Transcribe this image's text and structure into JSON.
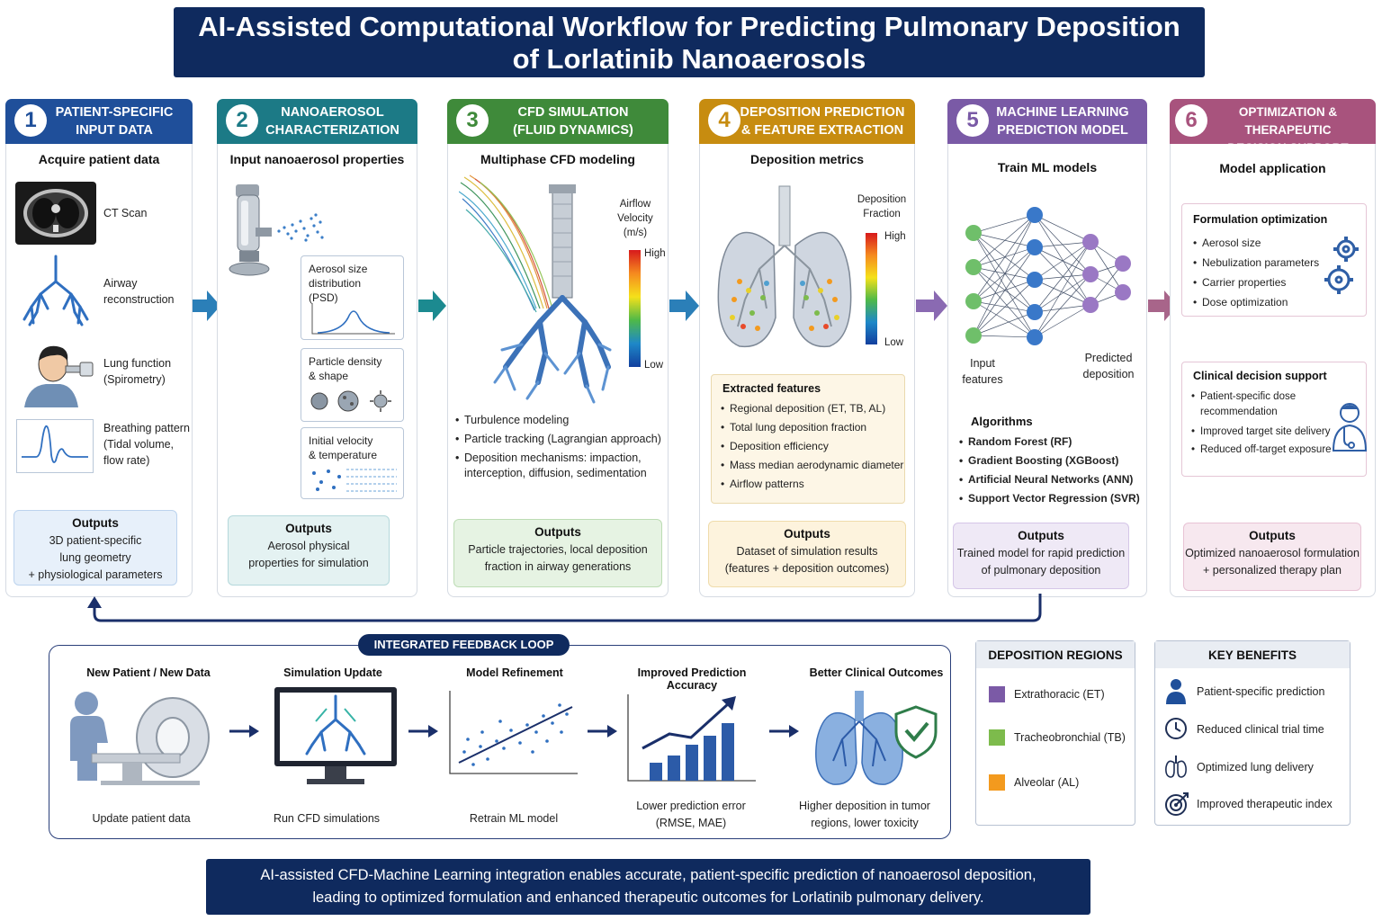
{
  "title": {
    "line1": "AI-Assisted Computational Workflow for Predicting Pulmonary Deposition",
    "line2": "of Lorlatinib Nanoaerosols"
  },
  "stages": [
    {
      "num": "1",
      "title1": "PATIENT-SPECIFIC",
      "title2": "INPUT DATA",
      "color": "#1f4f9a",
      "subtitle": "Acquire patient data",
      "items": [
        "CT Scan",
        "Airway",
        "reconstruction",
        "Lung function",
        "(Spirometry)",
        "Breathing pattern",
        "(Tidal volume,",
        "flow rate)"
      ],
      "outputs_title": "Outputs",
      "outputs_body": [
        "3D patient-specific",
        "lung geometry",
        "+ physiological parameters"
      ]
    },
    {
      "num": "2",
      "title1": "NANOAEROSOL",
      "title2": "CHARACTERIZATION",
      "color": "#1c7a86",
      "subtitle": "Input nanoaerosol properties",
      "boxes": [
        [
          "Aerosol size",
          "distribution",
          "(PSD)"
        ],
        [
          "Particle density",
          "& shape"
        ],
        [
          "Initial velocity",
          "& temperature"
        ]
      ],
      "outputs_title": "Outputs",
      "outputs_body": [
        "Aerosol physical",
        "properties for simulation"
      ]
    },
    {
      "num": "3",
      "title1": "CFD SIMULATION",
      "title2": "(FLUID DYNAMICS)",
      "color": "#3f8a3a",
      "subtitle": "Multiphase CFD modeling",
      "scale_title": [
        "Airflow",
        "Velocity",
        "(m/s)"
      ],
      "scale_high": "High",
      "scale_low": "Low",
      "bullets": [
        "Turbulence modeling",
        "Particle tracking (Lagrangian approach)",
        "Deposition mechanisms: impaction,",
        "interception, diffusion, sedimentation"
      ],
      "outputs_title": "Outputs",
      "outputs_body": [
        "Particle trajectories, local deposition",
        "fraction in airway generations"
      ]
    },
    {
      "num": "4",
      "title1": "DEPOSITION PREDICTION",
      "title2": "& FEATURE EXTRACTION",
      "color": "#c78c10",
      "subtitle": "Deposition metrics",
      "scale_title": [
        "Deposition",
        "Fraction"
      ],
      "scale_high": "High",
      "scale_low": "Low",
      "features_title": "Extracted features",
      "bullets": [
        "Regional deposition (ET, TB, AL)",
        "Total lung deposition fraction",
        "Deposition efficiency",
        "Mass median aerodynamic diameter",
        "Airflow patterns"
      ],
      "outputs_title": "Outputs",
      "outputs_body": [
        "Dataset of simulation results",
        "(features + deposition outcomes)"
      ]
    },
    {
      "num": "5",
      "title1": "MACHINE LEARNING",
      "title2": "PREDICTION MODEL",
      "color": "#7a5aa6",
      "subtitle": "Train ML models",
      "input_label": [
        "Input",
        "features"
      ],
      "pred_label": [
        "Predicted",
        "deposition"
      ],
      "alg_title": "Algorithms",
      "bullets": [
        "Random Forest (RF)",
        "Gradient Boosting (XGBoost)",
        "Artificial Neural Networks (ANN)",
        "Support Vector Regression (SVR)"
      ],
      "outputs_title": "Outputs",
      "outputs_body": [
        "Trained model for rapid prediction",
        "of pulmonary deposition"
      ]
    },
    {
      "num": "6",
      "title1": "OPTIMIZATION & THERAPEUTIC",
      "title2": "DECISION SUPPORT",
      "color": "#a8537d",
      "subtitle": "Model application",
      "form_title": "Formulation optimization",
      "form_bullets": [
        "Aerosol size",
        "Nebulization parameters",
        "Carrier properties",
        "Dose optimization"
      ],
      "clin_title": "Clinical decision support",
      "clin_bullets": [
        "Patient-specific dose",
        "recommendation",
        "Improved target site delivery",
        "Reduced off-target exposure"
      ],
      "outputs_title": "Outputs",
      "outputs_body": [
        "Optimized nanoaerosol formulation",
        "+ personalized therapy plan"
      ]
    }
  ],
  "loop": {
    "tag": "INTEGRATED FEEDBACK LOOP",
    "cols": [
      {
        "title": "New Patient / New Data",
        "bottom": [
          "Update patient data"
        ]
      },
      {
        "title": "Simulation Update",
        "bottom": [
          "Run CFD simulations"
        ]
      },
      {
        "title": "Model Refinement",
        "bottom": [
          "Retrain ML model"
        ]
      },
      {
        "title": "Improved Prediction Accuracy",
        "bottom": [
          "Lower prediction error",
          "(RMSE, MAE)"
        ]
      },
      {
        "title": "Better Clinical Outcomes",
        "bottom": [
          "Higher deposition in tumor",
          "regions, lower toxicity"
        ]
      }
    ]
  },
  "regions": {
    "title": "DEPOSITION REGIONS",
    "items": [
      {
        "label": "Extrathoracic (ET)",
        "color": "#7b5aa6"
      },
      {
        "label": "Tracheobronchial (TB)",
        "color": "#7dbb4c"
      },
      {
        "label": "Alveolar (AL)",
        "color": "#f39a1e"
      }
    ]
  },
  "benefits": {
    "title": "KEY BENEFITS",
    "items": [
      {
        "label": "Patient-specific prediction",
        "icon": "person-icon"
      },
      {
        "label": "Reduced clinical trial time",
        "icon": "clock-icon"
      },
      {
        "label": "Optimized lung delivery",
        "icon": "lungs-icon"
      },
      {
        "label": "Improved therapeutic index",
        "icon": "target-icon"
      }
    ]
  },
  "footer": {
    "line1": "AI-assisted CFD-Machine Learning integration enables accurate, patient-specific prediction of nanoaerosol deposition,",
    "line2": "leading to optimized formulation and enhanced therapeutic outcomes for Lorlatinib pulmonary delivery."
  }
}
